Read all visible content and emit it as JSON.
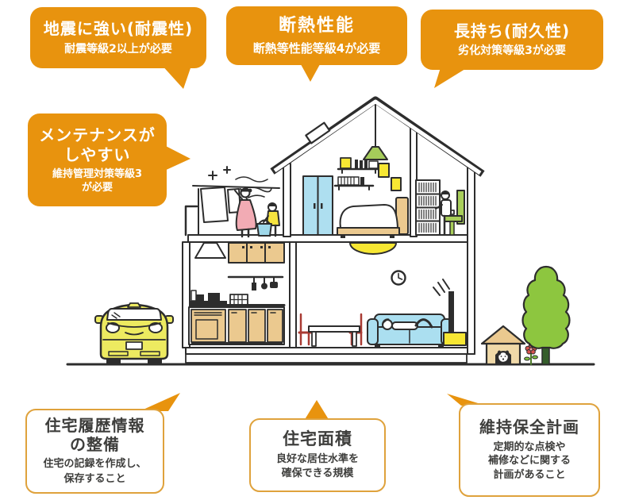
{
  "colors": {
    "bubble_orange": "#E8930E",
    "white_box_border": "#DFA23C",
    "dark_text": "#3E3E3C",
    "outline": "#2D2D2D",
    "light_blue": "#ABDFF0",
    "yellow": "#F7E733",
    "car_yellow": "#EDEA60",
    "foliage_green": "#8DC63F",
    "chair_green": "#A8CE5A",
    "trunk_green": "#355E2B",
    "wood_tan": "#EBC98F",
    "dress_pink": "#F2ABB4",
    "chair_red": "#A93B33"
  },
  "callouts": {
    "seismic": {
      "title": "地震に強い(耐震性)",
      "subtitle": "耐震等級2以上が必要"
    },
    "insulation": {
      "title": "断熱性能",
      "subtitle": "断熱等性能等級4が必要"
    },
    "durability": {
      "title": "長持ち(耐久性)",
      "subtitle": "劣化対策等級3が必要"
    },
    "maintenance": {
      "title_line1": "メンテナンスが",
      "title_line2": "しやすい",
      "subtitle_line1": "維持管理対策等級3",
      "subtitle_line2": "が必要"
    },
    "history": {
      "title_line1": "住宅履歴情報",
      "title_line2": "の整備",
      "subtitle_line1": "住宅の記録を作成し、",
      "subtitle_line2": "保存すること"
    },
    "area": {
      "title": "住宅面積",
      "subtitle_line1": "良好な居住水準を",
      "subtitle_line2": "確保できる規模"
    },
    "plan": {
      "title": "維持保全計画",
      "subtitle_line1": "定期的な点検や",
      "subtitle_line2": "補修などに関する",
      "subtitle_line3": "計画があること"
    }
  },
  "illustration": {
    "elements": [
      "roof",
      "skylight",
      "pendant-lamp",
      "balcony-railing",
      "laundry-sheets",
      "mother-hanging-laundry",
      "child-with-bucket",
      "bedroom-closet",
      "wall-shelves",
      "picture-frames",
      "bed",
      "bookshelf",
      "study-person",
      "green-desk-chair",
      "range-hood",
      "upper-cabinets",
      "hanging-utensils",
      "stove",
      "lower-cabinets",
      "ceiling-light",
      "wall-clock",
      "dining-table",
      "dining-chairs",
      "sofa",
      "person-relaxing",
      "television",
      "tv-stand",
      "yellow-car",
      "dog-house",
      "dog",
      "flower",
      "tree",
      "ground"
    ]
  }
}
